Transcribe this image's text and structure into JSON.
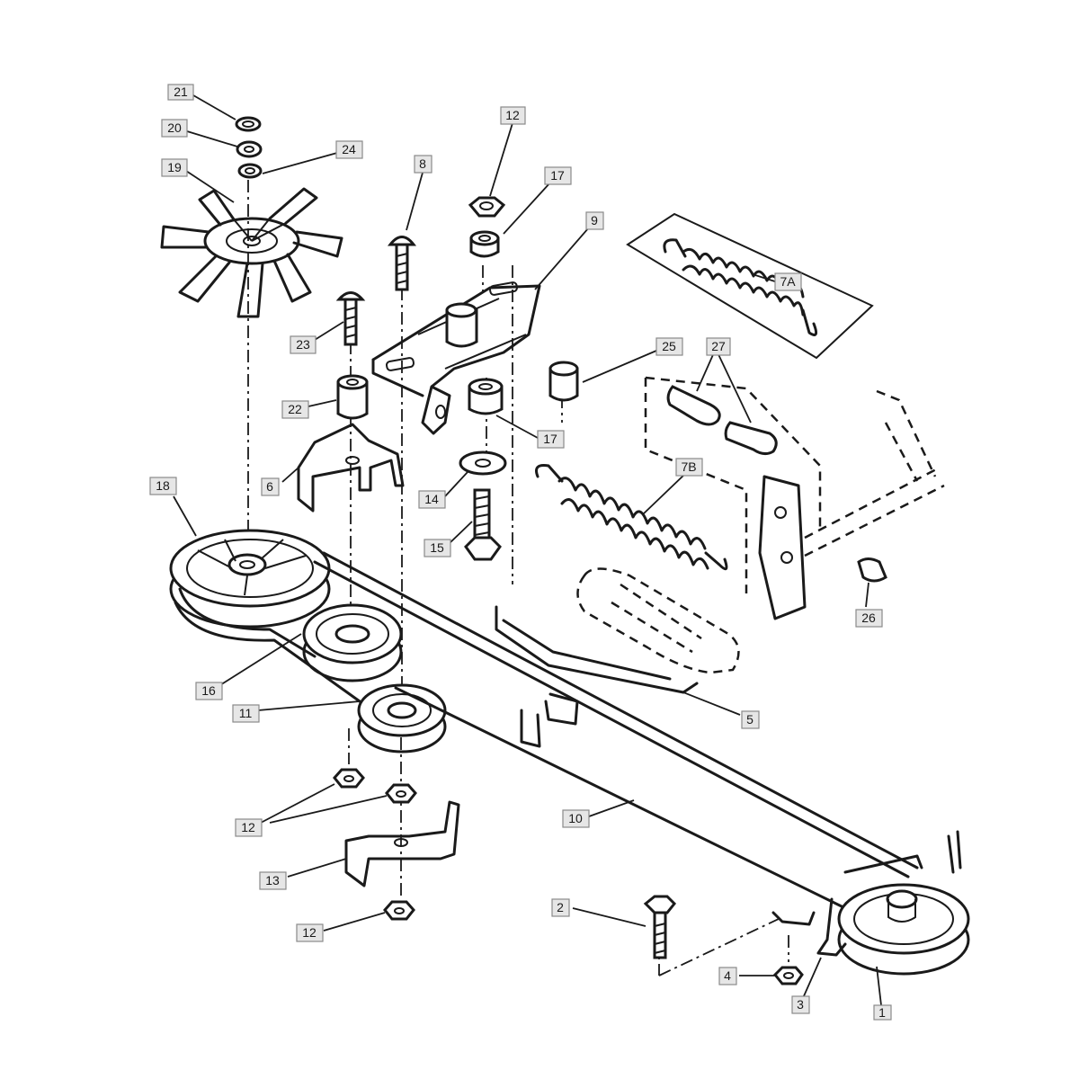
{
  "callouts": [
    {
      "id": "c21",
      "label": "21"
    },
    {
      "id": "c20",
      "label": "20"
    },
    {
      "id": "c24",
      "label": "24"
    },
    {
      "id": "c19",
      "label": "19"
    },
    {
      "id": "c8",
      "label": "8"
    },
    {
      "id": "c12a",
      "label": "12"
    },
    {
      "id": "c17a",
      "label": "17"
    },
    {
      "id": "c9",
      "label": "9"
    },
    {
      "id": "c7A",
      "label": "7A"
    },
    {
      "id": "c23",
      "label": "23"
    },
    {
      "id": "c25",
      "label": "25"
    },
    {
      "id": "c27",
      "label": "27"
    },
    {
      "id": "c22",
      "label": "22"
    },
    {
      "id": "c17b",
      "label": "17"
    },
    {
      "id": "c6",
      "label": "6"
    },
    {
      "id": "c18",
      "label": "18"
    },
    {
      "id": "c14",
      "label": "14"
    },
    {
      "id": "c7B",
      "label": "7B"
    },
    {
      "id": "c15",
      "label": "15"
    },
    {
      "id": "c26",
      "label": "26"
    },
    {
      "id": "c16",
      "label": "16"
    },
    {
      "id": "c11",
      "label": "11"
    },
    {
      "id": "c5",
      "label": "5"
    },
    {
      "id": "c10",
      "label": "10"
    },
    {
      "id": "c12b",
      "label": "12"
    },
    {
      "id": "c13",
      "label": "13"
    },
    {
      "id": "c2",
      "label": "2"
    },
    {
      "id": "c12c",
      "label": "12"
    },
    {
      "id": "c4",
      "label": "4"
    },
    {
      "id": "c3",
      "label": "3"
    },
    {
      "id": "c1",
      "label": "1"
    }
  ]
}
